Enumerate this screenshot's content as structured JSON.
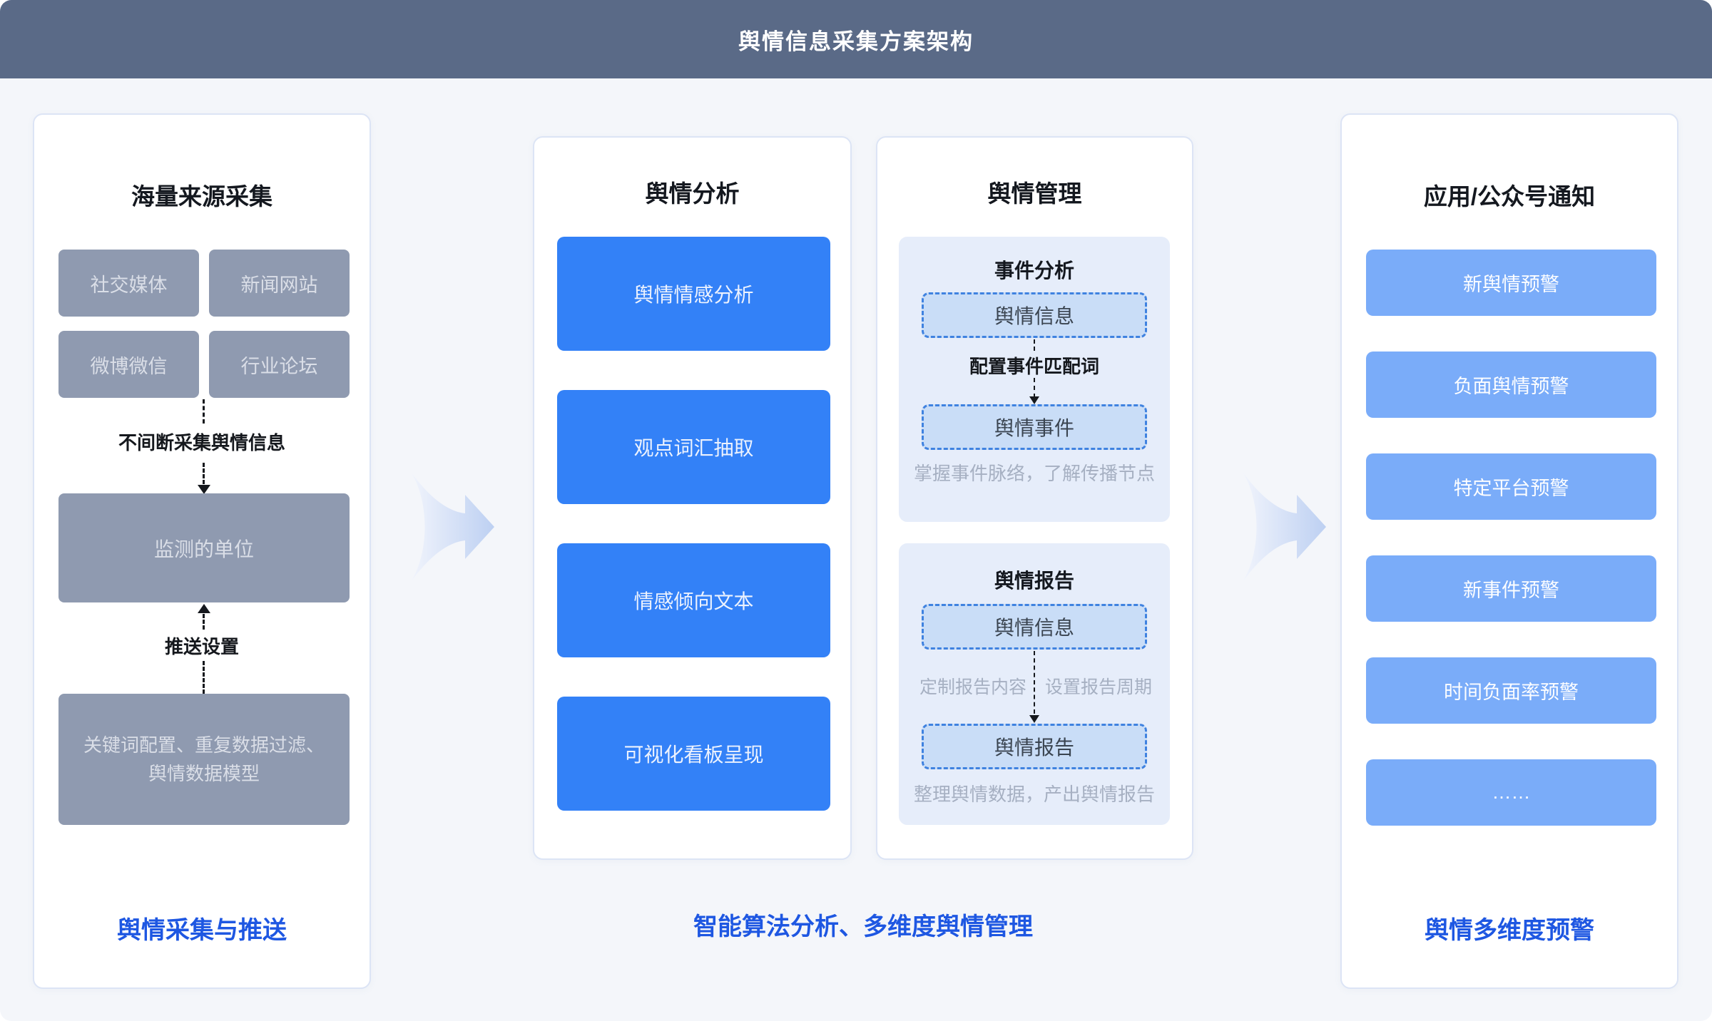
{
  "header": {
    "title": "舆情信息采集方案架构"
  },
  "collection": {
    "title": "海量来源采集",
    "sources": [
      "社交媒体",
      "新闻网站",
      "微博微信",
      "行业论坛"
    ],
    "flow_label_1": "不间断采集舆情信息",
    "monitor_box": "监测的单位",
    "flow_label_2": "推送设置",
    "config_line1": "关键词配置、重复数据过滤、",
    "config_line2": "舆情数据模型",
    "footer": "舆情采集与推送"
  },
  "analysis": {
    "title": "舆情分析",
    "items": [
      "舆情情感分析",
      "观点词汇抽取",
      "情感倾向文本",
      "可视化看板呈现"
    ]
  },
  "management": {
    "title": "舆情管理",
    "event_group": {
      "title": "事件分析",
      "box_top": "舆情信息",
      "arrow_label": "配置事件匹配词",
      "box_bottom": "舆情事件",
      "caption": "掌握事件脉络，了解传播节点"
    },
    "report_group": {
      "title": "舆情报告",
      "box_top": "舆情信息",
      "arrow_label_left": "定制报告内容",
      "arrow_label_right": "设置报告周期",
      "box_bottom": "舆情报告",
      "caption": "整理舆情数据，产出舆情报告"
    }
  },
  "notification": {
    "title": "应用/公众号通知",
    "items": [
      "新舆情预警",
      "负面舆情预警",
      "特定平台预警",
      "新事件预警",
      "时间负面率预警",
      "……"
    ],
    "footer": "舆情多维度预警"
  },
  "middle_footer": "智能算法分析、多维度舆情管理",
  "colors": {
    "header_bg": "#5a6a87",
    "page_bg": "#f4f6fa",
    "panel_border": "#dce4f5",
    "gray_box": "#8f9ab0",
    "primary_blue_box": "#3381f7",
    "light_blue_box": "#7aacf9",
    "sub_panel_bg": "#e6edfa",
    "dashed_box_fill": "#c9ddf7",
    "dashed_box_border": "#3f82e0",
    "accent_label_blue": "#1e57e2",
    "caption_gray": "#a6b0c2"
  }
}
